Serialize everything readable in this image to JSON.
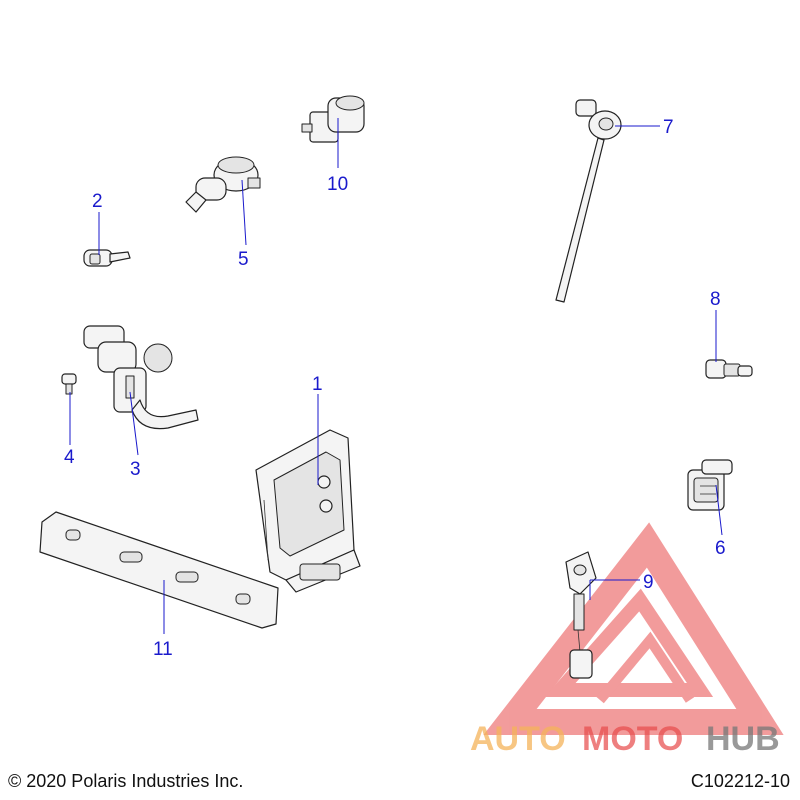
{
  "parts": [
    {
      "id": "part-1",
      "label": "1"
    },
    {
      "id": "part-2",
      "label": "2"
    },
    {
      "id": "part-3",
      "label": "3"
    },
    {
      "id": "part-4",
      "label": "4"
    },
    {
      "id": "part-5",
      "label": "5"
    },
    {
      "id": "part-6",
      "label": "6"
    },
    {
      "id": "part-7",
      "label": "7"
    },
    {
      "id": "part-8",
      "label": "8"
    },
    {
      "id": "part-9",
      "label": "9"
    },
    {
      "id": "part-10",
      "label": "10"
    },
    {
      "id": "part-11",
      "label": "11"
    }
  ],
  "watermark": {
    "text_a": "AUTO",
    "text_b": "MOTO",
    "text_c": "HUB"
  },
  "colors": {
    "label": "#1a1acc",
    "watermark_red": "#e84a4a",
    "watermark_orange": "#f5b35a",
    "watermark_gray": "#777777"
  },
  "footer": {
    "copyright": "© 2020 Polaris Industries Inc.",
    "drawing_code": "C102212-10"
  }
}
